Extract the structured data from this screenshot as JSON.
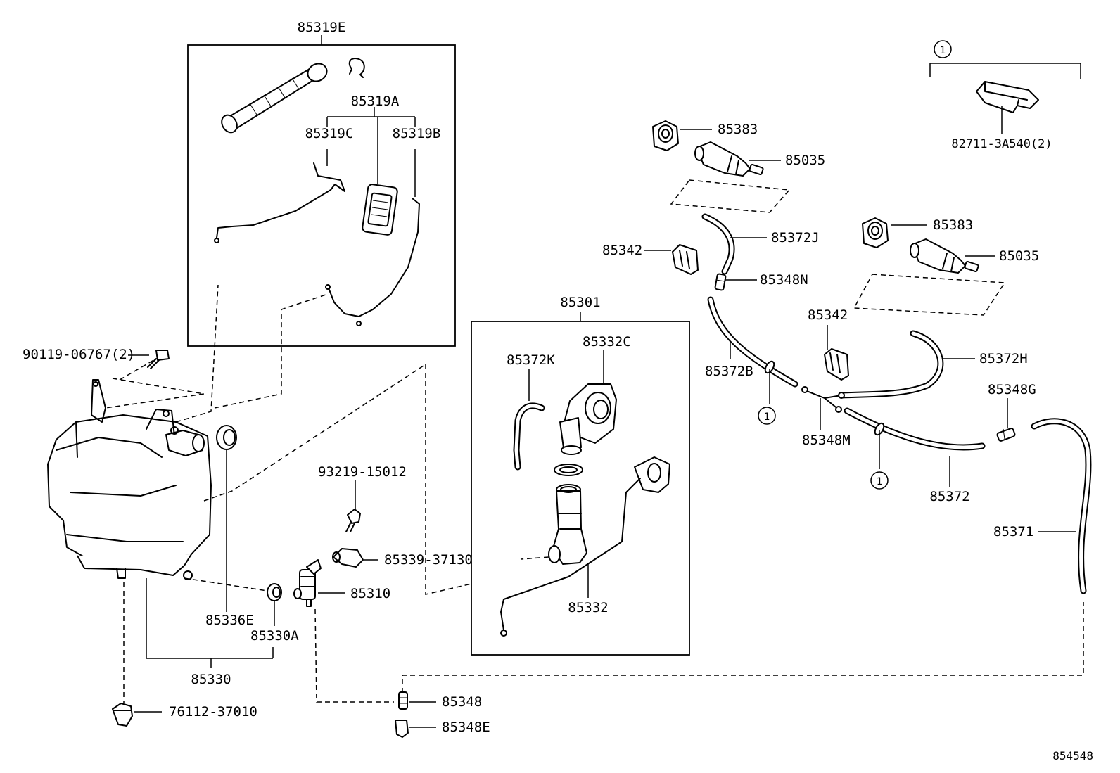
{
  "diagram_id": "854548",
  "parts": {
    "p85319E": "85319E",
    "p85319A": "85319A",
    "p85319C": "85319C",
    "p85319B": "85319B",
    "p90119": "90119-06767(2)",
    "p85336E": "85336E",
    "p85330A": "85330A",
    "p85330": "85330",
    "p76112": "76112-37010",
    "p93219": "93219-15012",
    "p85339": "85339-37130",
    "p85310": "85310",
    "p85348": "85348",
    "p85348E": "85348E",
    "p85301": "85301",
    "p85372K": "85372K",
    "p85332C": "85332C",
    "p85332": "85332",
    "p85383a": "85383",
    "p85035a": "85035",
    "p85372J": "85372J",
    "p85342a": "85342",
    "p85348N": "85348N",
    "p85372B": "85372B",
    "p85383b": "85383",
    "p85035b": "85035",
    "p85342b": "85342",
    "p85372H": "85372H",
    "p85348M": "85348M",
    "p85348G": "85348G",
    "p85372": "85372",
    "p85371": "85371",
    "p82711": "82711-3A540(2)"
  },
  "callout_mark": "1"
}
